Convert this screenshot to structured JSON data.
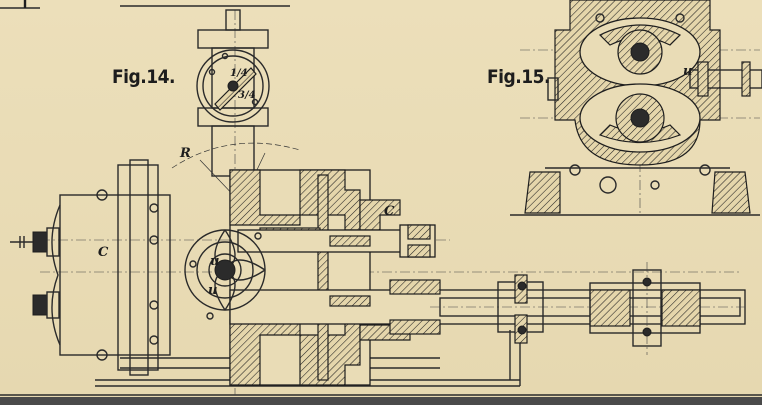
{
  "figure_labels": {
    "fig14": "Fig.14.",
    "fig15": "Fig.15."
  },
  "part_letters": {
    "c_left": "C",
    "c_right": "C",
    "r": "R",
    "u_upper": "u",
    "u_lower": "u",
    "u_fig15": "u",
    "valve_upper": "1/4",
    "valve_lower": "3/4"
  },
  "colors": {
    "paper": "#e9dcb6",
    "ink": "#1e1e1e"
  }
}
